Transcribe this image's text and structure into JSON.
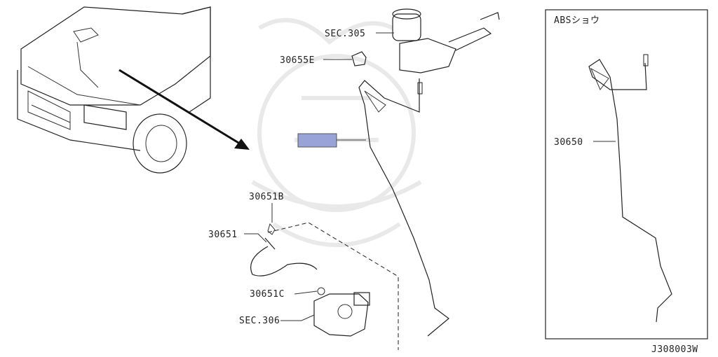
{
  "diagram": {
    "callouts": [
      {
        "id": "sec305",
        "text": "SEC.305"
      },
      {
        "id": "p30655E",
        "text": "30655E"
      },
      {
        "id": "p30651B",
        "text": "30651B"
      },
      {
        "id": "p30651",
        "text": "30651"
      },
      {
        "id": "p30651C",
        "text": "30651C"
      },
      {
        "id": "sec306",
        "text": "SEC.306"
      },
      {
        "id": "p30650",
        "text": "30650"
      }
    ],
    "inset_title": "ABSショウ",
    "drawing_code": "J308003W",
    "highlight_color": "#9aa3d8"
  }
}
